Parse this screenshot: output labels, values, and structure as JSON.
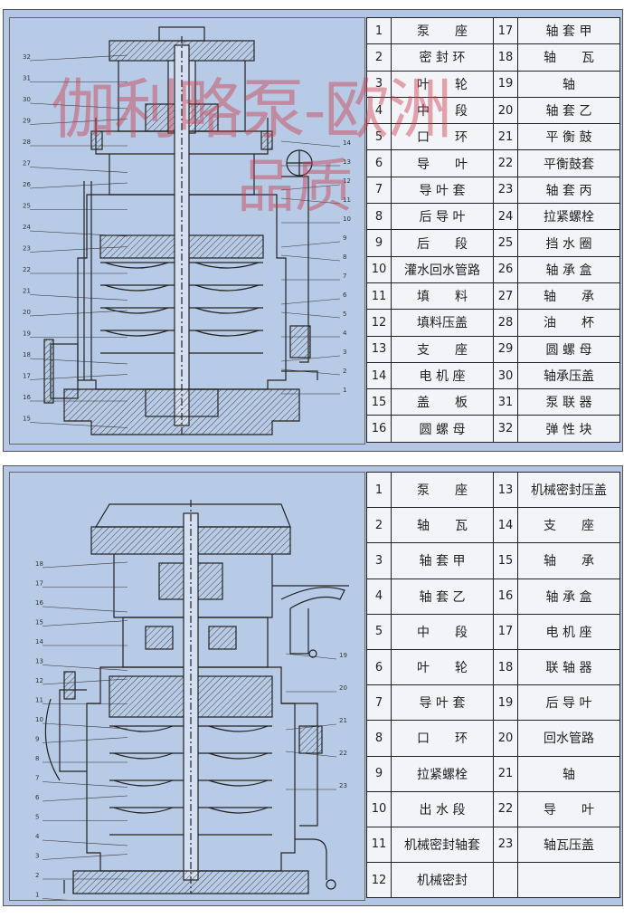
{
  "watermark": {
    "line1": "伽利略泵-欧洲",
    "line2": "品质"
  },
  "top_table": {
    "rows": [
      [
        {
          "num": "1",
          "name": "泵　　座"
        },
        {
          "num": "17",
          "name": "轴 套 甲"
        }
      ],
      [
        {
          "num": "2",
          "name": "密 封 环"
        },
        {
          "num": "18",
          "name": "轴　　瓦"
        }
      ],
      [
        {
          "num": "3",
          "name": "叶　　轮"
        },
        {
          "num": "19",
          "name": "轴"
        }
      ],
      [
        {
          "num": "4",
          "name": "中　　段"
        },
        {
          "num": "20",
          "name": "轴 套 乙"
        }
      ],
      [
        {
          "num": "5",
          "name": "口　　环"
        },
        {
          "num": "21",
          "name": "平 衡 鼓"
        }
      ],
      [
        {
          "num": "6",
          "name": "导　　叶"
        },
        {
          "num": "22",
          "name": "平衡鼓套"
        }
      ],
      [
        {
          "num": "7",
          "name": "导 叶 套"
        },
        {
          "num": "23",
          "name": "轴 套 丙"
        }
      ],
      [
        {
          "num": "8",
          "name": "后 导 叶"
        },
        {
          "num": "24",
          "name": "拉紧螺栓"
        }
      ],
      [
        {
          "num": "9",
          "name": "后　　段"
        },
        {
          "num": "25",
          "name": "挡 水 圈"
        }
      ],
      [
        {
          "num": "10",
          "name": "灌水回水管路"
        },
        {
          "num": "26",
          "name": "轴 承 盒"
        }
      ],
      [
        {
          "num": "11",
          "name": "填　　料"
        },
        {
          "num": "27",
          "name": "轴　　承"
        }
      ],
      [
        {
          "num": "12",
          "name": "填料压盖"
        },
        {
          "num": "28",
          "name": "油　　杯"
        }
      ],
      [
        {
          "num": "13",
          "name": "支　　座"
        },
        {
          "num": "29",
          "name": "圆 螺 母"
        }
      ],
      [
        {
          "num": "14",
          "name": "电 机 座"
        },
        {
          "num": "30",
          "name": "轴承压盖"
        }
      ],
      [
        {
          "num": "15",
          "name": "盖　　板"
        },
        {
          "num": "31",
          "name": "泵 联 器"
        }
      ],
      [
        {
          "num": "16",
          "name": "圆 螺 母"
        },
        {
          "num": "32",
          "name": "弹 性 块"
        }
      ]
    ]
  },
  "bottom_table": {
    "rows": [
      [
        {
          "num": "1",
          "name": "泵　　座"
        },
        {
          "num": "13",
          "name": "机械密封压盖"
        }
      ],
      [
        {
          "num": "2",
          "name": "轴　　瓦"
        },
        {
          "num": "14",
          "name": "支　　座"
        }
      ],
      [
        {
          "num": "3",
          "name": "轴 套 甲"
        },
        {
          "num": "15",
          "name": "轴　　承"
        }
      ],
      [
        {
          "num": "4",
          "name": "轴 套 乙"
        },
        {
          "num": "16",
          "name": "轴 承 盒"
        }
      ],
      [
        {
          "num": "5",
          "name": "中　　段"
        },
        {
          "num": "17",
          "name": "电 机 座"
        }
      ],
      [
        {
          "num": "6",
          "name": "叶　　轮"
        },
        {
          "num": "18",
          "name": "联 轴 器"
        }
      ],
      [
        {
          "num": "7",
          "name": "导 叶 套"
        },
        {
          "num": "19",
          "name": "后 导 叶"
        }
      ],
      [
        {
          "num": "8",
          "name": "口　　环"
        },
        {
          "num": "20",
          "name": "回水管路"
        }
      ],
      [
        {
          "num": "9",
          "name": "拉紧螺栓"
        },
        {
          "num": "21",
          "name": "轴"
        }
      ],
      [
        {
          "num": "10",
          "name": "出 水 段"
        },
        {
          "num": "22",
          "name": "导　　叶"
        }
      ],
      [
        {
          "num": "11",
          "name": "机械密封轴套"
        },
        {
          "num": "23",
          "name": "轴瓦压盖"
        }
      ],
      [
        {
          "num": "12",
          "name": "机械密封"
        },
        {
          "num": "",
          "name": ""
        }
      ]
    ]
  },
  "top_callouts": {
    "left": [
      "32",
      "31",
      "30",
      "29",
      "28",
      "27",
      "26",
      "25",
      "24",
      "23",
      "22",
      "21",
      "20",
      "19",
      "18",
      "17",
      "16",
      "15"
    ],
    "right": [
      "14",
      "13",
      "12",
      "11",
      "10",
      "9",
      "8",
      "7",
      "6",
      "5",
      "4",
      "3",
      "2",
      "1"
    ]
  },
  "bottom_callouts": {
    "left": [
      "18",
      "17",
      "16",
      "15",
      "14",
      "13",
      "12",
      "11",
      "10",
      "9",
      "8",
      "7",
      "6",
      "5",
      "4",
      "3",
      "2",
      "1"
    ],
    "right": [
      "19",
      "20",
      "21",
      "22",
      "23"
    ]
  }
}
